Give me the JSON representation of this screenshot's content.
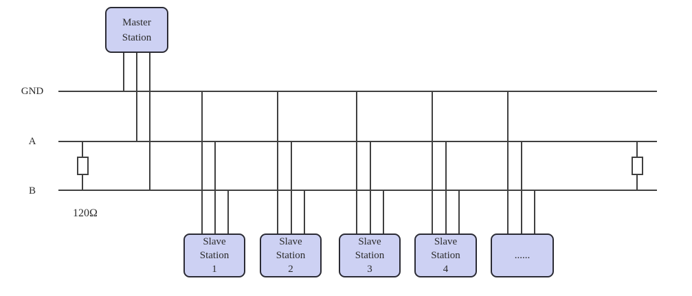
{
  "diagram": {
    "kind": "bus-topology",
    "bus": {
      "gnd_label": "GND",
      "a_label": "A",
      "b_label": "B"
    },
    "termination": {
      "resistor_value_label": "120Ω"
    },
    "master": {
      "line1": "Master",
      "line2": "Station"
    },
    "slaves": [
      {
        "line1": "Slave",
        "line2": "Station",
        "line3": "1"
      },
      {
        "line1": "Slave",
        "line2": "Station",
        "line3": "2"
      },
      {
        "line1": "Slave",
        "line2": "Station",
        "line3": "3"
      },
      {
        "line1": "Slave",
        "line2": "Station",
        "line3": "4"
      },
      {
        "line1": "......"
      }
    ],
    "colors": {
      "wire": "#3f3f3f",
      "box_fill": "#cdd1f3",
      "box_border": "#2a2a33"
    }
  }
}
